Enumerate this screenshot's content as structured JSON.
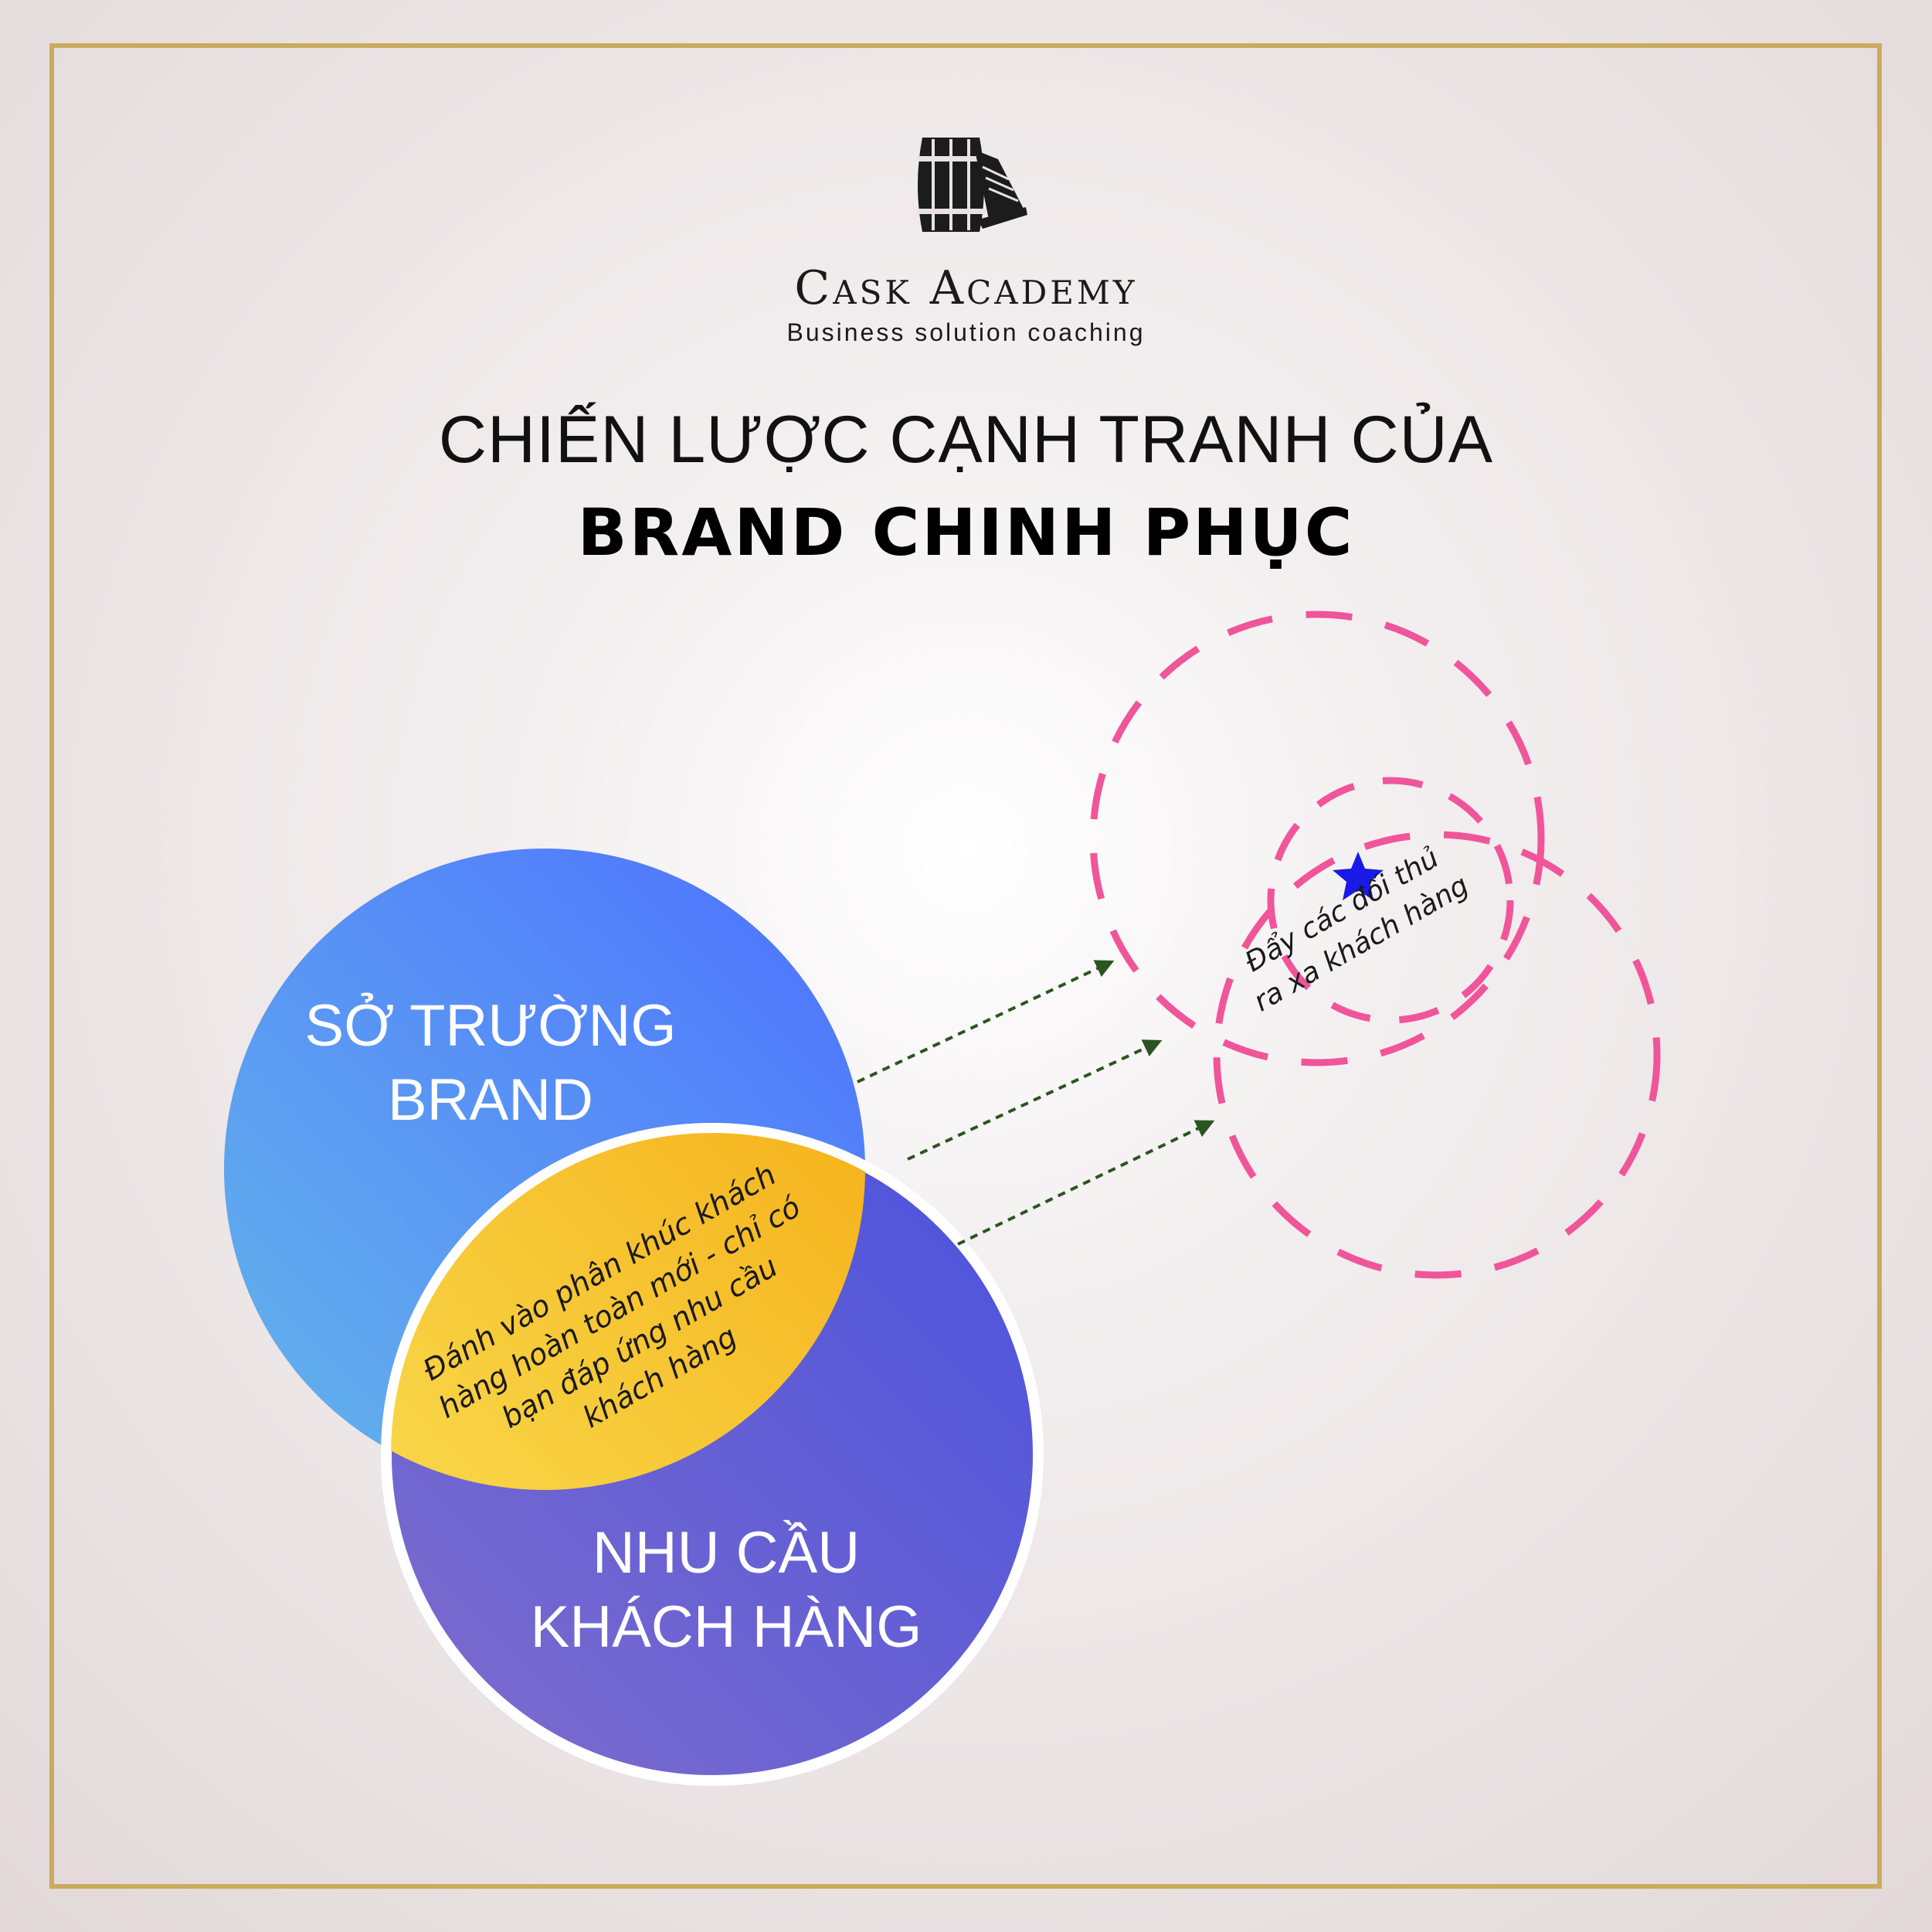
{
  "logo": {
    "name": "Cask Academy",
    "tagline": "Business solution coaching"
  },
  "title": {
    "line1": "CHIẾN LƯỢC CẠNH TRANH CỦA",
    "line2": "BRAND CHINH PHỤC"
  },
  "venn": {
    "circle_top_label_1": "SỞ TRƯỜNG",
    "circle_top_label_2": "BRAND",
    "circle_bottom_label_1": "NHU CẦU",
    "circle_bottom_label_2": "KHÁCH HÀNG",
    "intersection_lines": [
      "Đánh vào phân khúc khách",
      "hàng hoàn toàn mới - chỉ có",
      "bạn đáp ứng nhu cầu",
      "khách hàng"
    ]
  },
  "target": {
    "lines": [
      "Đẩy các đối thủ",
      "ra xa khách hàng"
    ]
  },
  "colors": {
    "frame_gold": "#c9ab5c",
    "circle_top": [
      "#4f7dff",
      "#62b1ec"
    ],
    "circle_bottom": [
      "#4d55dd",
      "#7c6bcc"
    ],
    "intersection": [
      "#f6b418",
      "#f8e050"
    ],
    "dashed_circles": "#f0559a",
    "arrows": "#2b5520",
    "star": "#1a1ae6"
  },
  "icons": {
    "logo": "barrel-book-icon",
    "target": "star-icon"
  }
}
